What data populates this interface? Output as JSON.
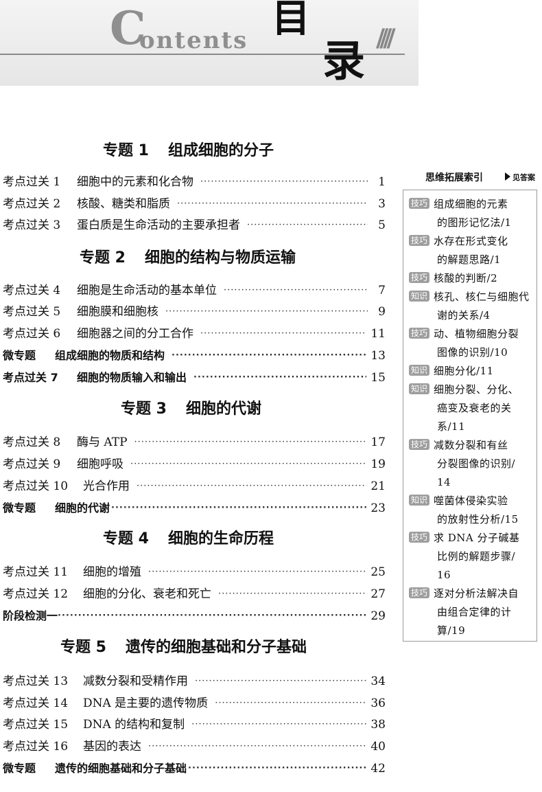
{
  "header": {
    "contents_initial": "C",
    "contents_rest": "ontents",
    "title_char1": "目",
    "title_char2": "录",
    "slashes": "////"
  },
  "sections": [
    {
      "num": "专题 1",
      "title": "组成细胞的分子",
      "entries": [
        {
          "label": "考点过关 1",
          "title": "细胞中的元素和化合物",
          "page": "1"
        },
        {
          "label": "考点过关 2",
          "title": "核酸、糖类和脂质",
          "page": "3"
        },
        {
          "label": "考点过关 3",
          "title": "蛋白质是生命活动的主要承担者",
          "page": "5"
        }
      ]
    },
    {
      "num": "专题 2",
      "title": "细胞的结构与物质运输",
      "entries": [
        {
          "label": "考点过关 4",
          "title": "细胞是生命活动的基本单位",
          "page": "7"
        },
        {
          "label": "考点过关 5",
          "title": "细胞膜和细胞核",
          "page": "9"
        },
        {
          "label": "考点过关 6",
          "title": "细胞器之间的分工合作",
          "page": "11"
        },
        {
          "label": "微专题",
          "title": "组成细胞的物质和结构",
          "page": "13"
        },
        {
          "label": "考点过关 7",
          "title": "细胞的物质输入和输出",
          "page": "15"
        }
      ]
    },
    {
      "num": "专题 3",
      "title": "细胞的代谢",
      "entries": [
        {
          "label": "考点过关 8",
          "title": "酶与 ATP",
          "page": "17"
        },
        {
          "label": "考点过关 9",
          "title": "细胞呼吸",
          "page": "19"
        },
        {
          "label": "考点过关 10",
          "title": "光合作用",
          "page": "21"
        },
        {
          "label": "微专题",
          "title": "细胞的代谢",
          "page": "23"
        }
      ]
    },
    {
      "num": "专题 4",
      "title": "细胞的生命历程",
      "entries": [
        {
          "label": "考点过关 11",
          "title": "细胞的增殖",
          "page": "25"
        },
        {
          "label": "考点过关 12",
          "title": "细胞的分化、衰老和死亡",
          "page": "27"
        },
        {
          "label": "阶段检测一",
          "title": "",
          "page": "29"
        }
      ]
    },
    {
      "num": "专题 5",
      "title": "遗传的细胞基础和分子基础",
      "entries": [
        {
          "label": "考点过关 13",
          "title": "减数分裂和受精作用",
          "page": "34"
        },
        {
          "label": "考点过关 14",
          "title": "DNA 是主要的遗传物质",
          "page": "36"
        },
        {
          "label": "考点过关 15",
          "title": "DNA 的结构和复制",
          "page": "38"
        },
        {
          "label": "考点过关 16",
          "title": "基因的表达",
          "page": "40"
        },
        {
          "label": "微专题",
          "title": "遗传的细胞基础和分子基础",
          "page": "42"
        }
      ]
    }
  ],
  "side": {
    "title": "思维拓展索引",
    "note": "见答案",
    "items": [
      {
        "tag": "技巧",
        "lines": [
          "组成细胞的元素",
          "的图形记忆法/1"
        ]
      },
      {
        "tag": "技巧",
        "lines": [
          "水存在形式变化",
          "的解题思路/1"
        ]
      },
      {
        "tag": "技巧",
        "lines": [
          "核酸的判断/2"
        ]
      },
      {
        "tag": "知识",
        "lines": [
          "核孔、核仁与细胞代",
          "谢的关系/4"
        ]
      },
      {
        "tag": "技巧",
        "lines": [
          "动、植物细胞分裂",
          "图像的识别/10"
        ]
      },
      {
        "tag": "知识",
        "lines": [
          "细胞分化/11"
        ]
      },
      {
        "tag": "知识",
        "lines": [
          "细胞分裂、分化、",
          "癌变及衰老的关",
          "系/11"
        ]
      },
      {
        "tag": "技巧",
        "lines": [
          "减数分裂和有丝",
          "分裂图像的识别/",
          "14"
        ]
      },
      {
        "tag": "知识",
        "lines": [
          "噬菌体侵染实验",
          "的放射性分析/15"
        ]
      },
      {
        "tag": "技巧",
        "lines": [
          "求 DNA 分子碱基",
          "比例的解题步骤/",
          "16"
        ]
      },
      {
        "tag": "技巧",
        "lines": [
          "逐对分析法解决自",
          "由组合定律的计",
          "算/19"
        ]
      }
    ]
  }
}
